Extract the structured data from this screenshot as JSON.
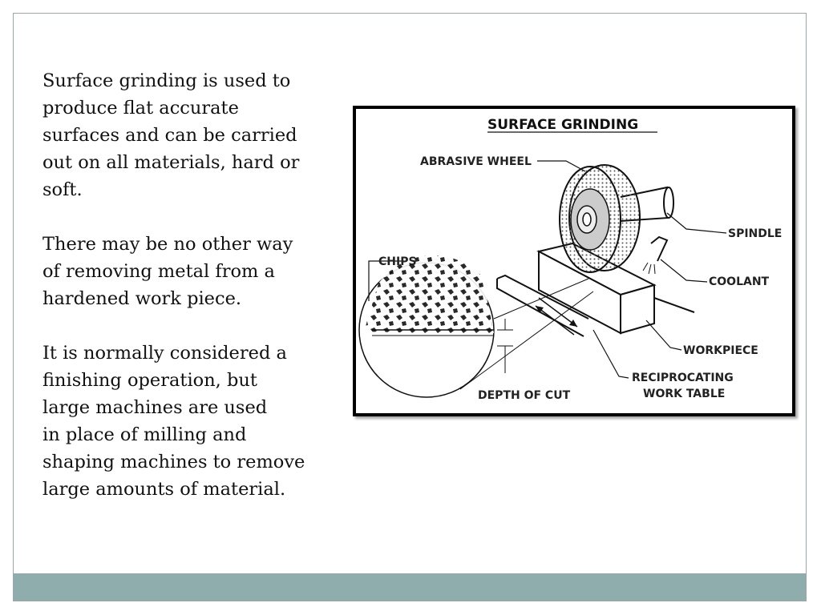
{
  "slide": {
    "paragraphs": [
      "Surface grinding is used to\nproduce flat accurate\nsurfaces and can be carried\nout on all materials, hard or\nsoft.",
      "There may be no other way\nof removing metal from a\nhardened work piece.",
      " It is normally considered a\nfinishing operation, but\nlarge machines are used\nin place of milling and\nshaping machines to remove\nlarge amounts of material."
    ]
  },
  "figure": {
    "title": "SURFACE GRINDING",
    "labels": {
      "abrasive_wheel": "ABRASIVE WHEEL",
      "spindle": "SPINDLE",
      "coolant": "COOLANT",
      "chips": "CHIPS",
      "workpiece": "WORKPIECE",
      "reciprocating_line1": "RECIPROCATING",
      "reciprocating_line2": "WORK TABLE",
      "depth_of_cut": "DEPTH OF CUT"
    }
  },
  "colors": {
    "footer": "#8fadad",
    "frame_border": "#9aa6ad"
  }
}
